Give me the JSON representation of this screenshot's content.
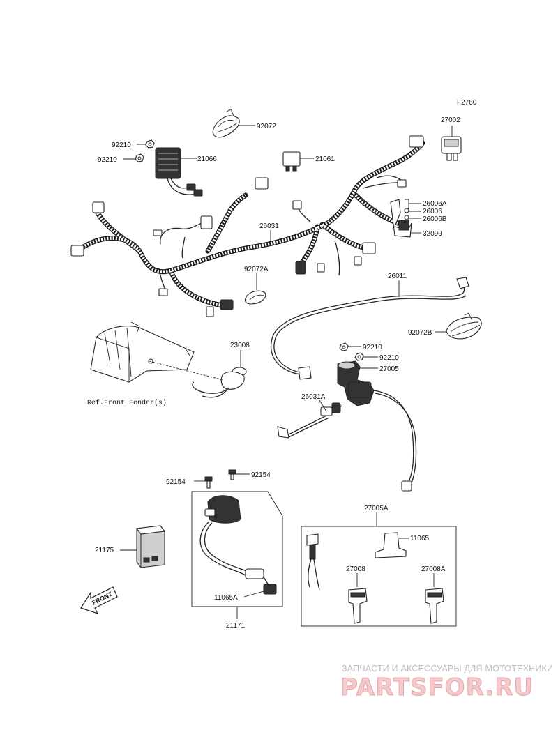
{
  "figure_code": "F2760",
  "parts": {
    "p27002": "27002",
    "p92072": "92072",
    "p92210_a": "92210",
    "p92210_b": "92210",
    "p21066": "21066",
    "p21061": "21061",
    "p26006A": "26006A",
    "p26006": "26006",
    "p26006B": "26006B",
    "p32099": "32099",
    "p26031": "26031",
    "p92072A": "92072A",
    "p26011": "26011",
    "p92072B": "92072B",
    "p23008": "23008",
    "p92210_c": "92210",
    "p92210_d": "92210",
    "p27005": "27005",
    "p26031A": "26031A",
    "p92154_a": "92154",
    "p92154_b": "92154",
    "p27005A": "27005A",
    "p11065": "11065",
    "p27008": "27008",
    "p27008A": "27008A",
    "p21175": "21175",
    "p11065A": "11065A",
    "p21171": "21171"
  },
  "reference_note": "Ref.Front Fender(s)",
  "front_arrow_label": "FRONT",
  "watermark": {
    "tagline": "ЗАПЧАСТИ И АКСЕССУАРЫ ДЛЯ МОТОТЕХНИКИ",
    "brand": "PARTSFOR.RU"
  }
}
